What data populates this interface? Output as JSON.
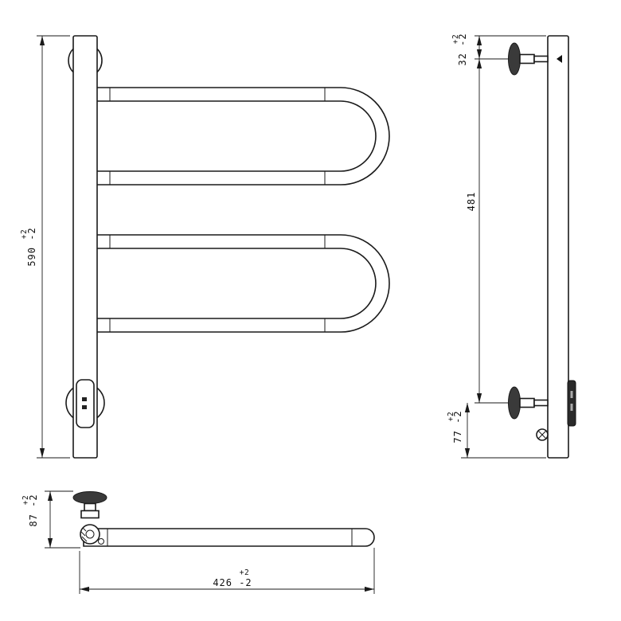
{
  "dimensions": {
    "front_height": {
      "tol_plus": "+2",
      "value": "590 -2"
    },
    "side_top": {
      "tol_plus": "+2",
      "value": "32 -2"
    },
    "side_middle": {
      "value": "481"
    },
    "side_bottom": {
      "tol_plus": "+2",
      "value": "77 -2"
    },
    "plan_depth": {
      "tol_plus": "+2",
      "value": "87 -2"
    },
    "plan_width": {
      "tol_plus": "+2",
      "value": "426 -2"
    }
  },
  "colors": {
    "line": "#1a1a1a",
    "background": "#ffffff",
    "dark_fill": "#3a3a3a"
  }
}
